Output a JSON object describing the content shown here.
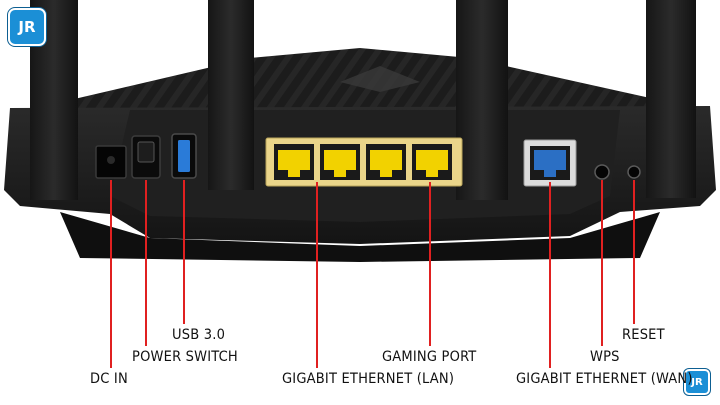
{
  "watermark": {
    "text": "JR",
    "color": "#1b8fd6"
  },
  "labels": {
    "dc_in": "DC IN",
    "power_switch": "POWER SWITCH",
    "usb": "USB 3.0",
    "lan": "GIGABIT ETHERNET (LAN)",
    "gaming_port": "GAMING PORT",
    "wps": "WPS",
    "reset": "RESET",
    "wan": "GIGABIT ETHERNET (WAN)"
  },
  "colors": {
    "pointer_line": "#e02020",
    "lan_port_bezel": "#ead58a",
    "lan_port_insert": "#f2d200",
    "wan_port_insert": "#2b6fc4",
    "usb_port": "#2a7bd8",
    "router_body": "#1a1a1a"
  }
}
